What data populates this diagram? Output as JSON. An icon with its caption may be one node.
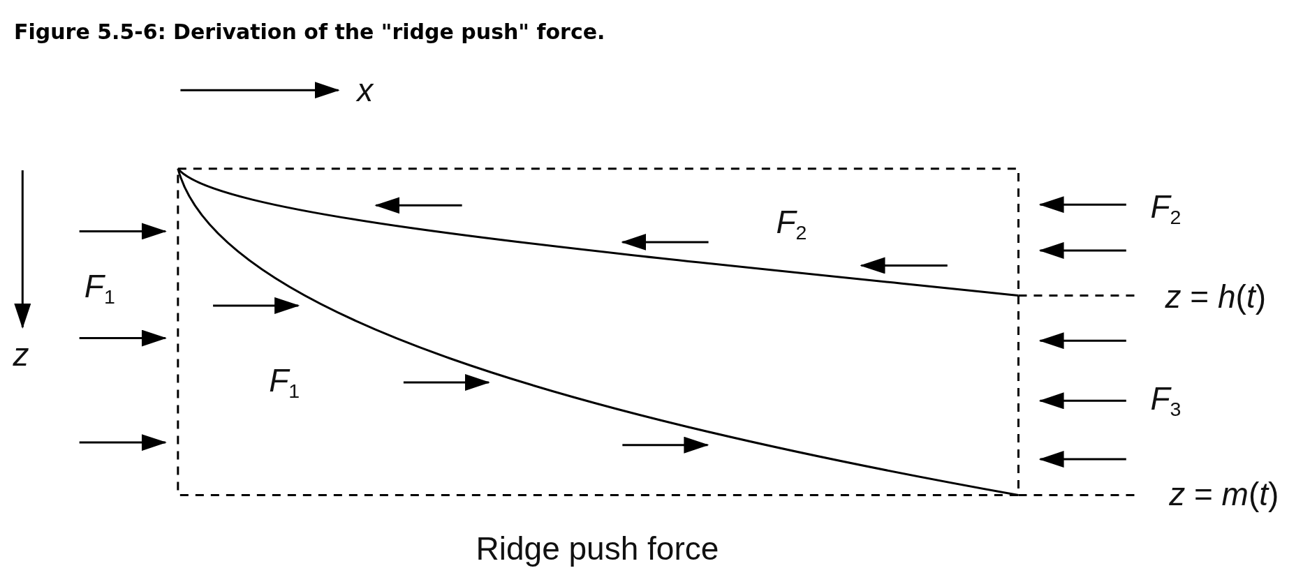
{
  "diagram": {
    "title": "Figure 5.5-6: Derivation of the \"ridge push\" force.",
    "caption": "Ridge push force",
    "labels": [
      "*x*",
      "*F*$_{2}$",
      "*F*$_{2}$",
      "*F*$_{1}$",
      "*z* = *h*(*t*)",
      "*z*",
      "*F*$_{1}$",
      "*F*$_{3}$",
      "*z* = *m*(*t*)"
    ]
  }
}
